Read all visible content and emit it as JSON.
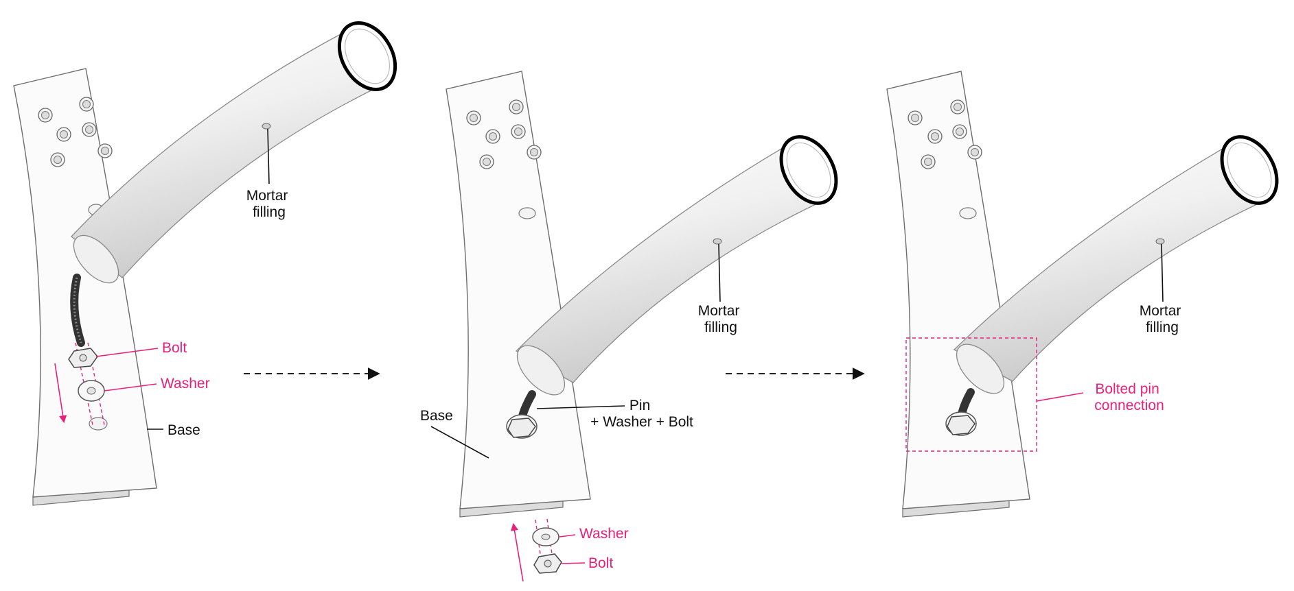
{
  "steps": [
    {
      "labels": {
        "mortar": [
          "Mortar",
          "filling"
        ],
        "bolt": "Bolt",
        "washer": "Washer",
        "base": "Base"
      }
    },
    {
      "labels": {
        "mortar": [
          "Mortar",
          "filling"
        ],
        "pin": [
          "Pin",
          "+ Washer + Bolt"
        ],
        "base": "Base",
        "washer": "Washer",
        "bolt": "Bolt"
      }
    },
    {
      "labels": {
        "mortar": [
          "Mortar",
          "filling"
        ],
        "connection": [
          "Bolted pin",
          "connection"
        ]
      }
    }
  ],
  "colors": {
    "annotation": "#e8207a",
    "text": "#111111",
    "tube_rim": "#000000"
  }
}
